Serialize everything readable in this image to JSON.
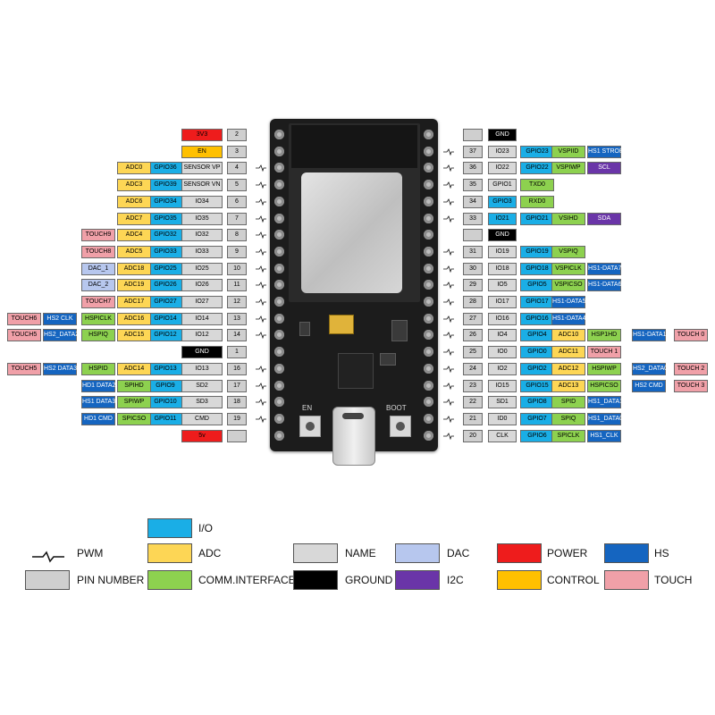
{
  "colors": {
    "io": "#1aaee6",
    "adc": "#fdd655",
    "name": "#d8d8d8",
    "dac": "#b7c7ee",
    "power": "#ee1c1c",
    "hs": "#1565c0",
    "comm": "#8dd14f",
    "ground": "#000000",
    "i2c": "#6a35a8",
    "control": "#ffc000",
    "touch": "#f0a0a8",
    "pin": "#cfcfcf"
  },
  "left_pins": [
    {
      "pin": "2",
      "labels": [
        {
          "t": "3V3",
          "c": "power"
        }
      ]
    },
    {
      "pin": "3",
      "labels": [
        {
          "t": "EN",
          "c": "control"
        }
      ]
    },
    {
      "pin": "4",
      "pwm": true,
      "labels": [
        {
          "t": "SENSOR VP",
          "c": "name"
        },
        {
          "t": "GPIO36",
          "c": "io"
        },
        {
          "t": "ADC0",
          "c": "adc"
        }
      ]
    },
    {
      "pin": "5",
      "pwm": true,
      "labels": [
        {
          "t": "SENSOR VN",
          "c": "name"
        },
        {
          "t": "GPIO39",
          "c": "io"
        },
        {
          "t": "ADC3",
          "c": "adc"
        }
      ]
    },
    {
      "pin": "6",
      "pwm": true,
      "labels": [
        {
          "t": "IO34",
          "c": "name"
        },
        {
          "t": "GPIO34",
          "c": "io"
        },
        {
          "t": "ADC6",
          "c": "adc"
        }
      ]
    },
    {
      "pin": "7",
      "pwm": true,
      "labels": [
        {
          "t": "IO35",
          "c": "name"
        },
        {
          "t": "GPIO35",
          "c": "io"
        },
        {
          "t": "ADC7",
          "c": "adc"
        }
      ]
    },
    {
      "pin": "8",
      "pwm": true,
      "labels": [
        {
          "t": "IO32",
          "c": "name"
        },
        {
          "t": "GPIO32",
          "c": "io"
        },
        {
          "t": "ADC4",
          "c": "adc"
        },
        {
          "t": "TOUCH9",
          "c": "touch"
        }
      ]
    },
    {
      "pin": "9",
      "pwm": true,
      "labels": [
        {
          "t": "IO33",
          "c": "name"
        },
        {
          "t": "GPIO33",
          "c": "io"
        },
        {
          "t": "ADC5",
          "c": "adc"
        },
        {
          "t": "TOUCH8",
          "c": "touch"
        }
      ]
    },
    {
      "pin": "10",
      "pwm": true,
      "labels": [
        {
          "t": "IO25",
          "c": "name"
        },
        {
          "t": "GPIO25",
          "c": "io"
        },
        {
          "t": "ADC18",
          "c": "adc"
        },
        {
          "t": "DAC_1",
          "c": "dac"
        }
      ]
    },
    {
      "pin": "11",
      "pwm": true,
      "labels": [
        {
          "t": "IO26",
          "c": "name"
        },
        {
          "t": "GPIO26",
          "c": "io"
        },
        {
          "t": "ADC19",
          "c": "adc"
        },
        {
          "t": "DAC_2",
          "c": "dac"
        }
      ]
    },
    {
      "pin": "12",
      "pwm": true,
      "labels": [
        {
          "t": "IO27",
          "c": "name"
        },
        {
          "t": "GPIO27",
          "c": "io"
        },
        {
          "t": "ADC17",
          "c": "adc"
        },
        {
          "t": "TOUCH7",
          "c": "touch"
        }
      ]
    },
    {
      "pin": "13",
      "pwm": true,
      "labels": [
        {
          "t": "IO14",
          "c": "name"
        },
        {
          "t": "GPIO14",
          "c": "io"
        },
        {
          "t": "ADC16",
          "c": "adc"
        },
        {
          "t": "HSPICLK",
          "c": "comm"
        },
        {
          "t": "HS2 CLK",
          "c": "hs"
        },
        {
          "t": "TOUCH6",
          "c": "touch"
        }
      ]
    },
    {
      "pin": "14",
      "pwm": true,
      "labels": [
        {
          "t": "IO12",
          "c": "name"
        },
        {
          "t": "GPIO12",
          "c": "io"
        },
        {
          "t": "ADC15",
          "c": "adc"
        },
        {
          "t": "HSPIQ",
          "c": "comm"
        },
        {
          "t": "HS2_DATA2",
          "c": "hs"
        },
        {
          "t": "TOUCH5",
          "c": "touch"
        }
      ]
    },
    {
      "pin": "1",
      "labels": [
        {
          "t": "GND",
          "c": "ground"
        }
      ]
    },
    {
      "pin": "16",
      "pwm": true,
      "labels": [
        {
          "t": "IO13",
          "c": "name"
        },
        {
          "t": "GPIO13",
          "c": "io"
        },
        {
          "t": "ADC14",
          "c": "adc"
        },
        {
          "t": "HSPID",
          "c": "comm"
        },
        {
          "t": "HS2 DATA3",
          "c": "hs"
        },
        {
          "t": "TOUCH5",
          "c": "touch"
        }
      ]
    },
    {
      "pin": "17",
      "pwm": true,
      "labels": [
        {
          "t": "SD2",
          "c": "name"
        },
        {
          "t": "GPIO9",
          "c": "io"
        },
        {
          "t": "SPIHD",
          "c": "comm"
        },
        {
          "t": "HD1 DATA2",
          "c": "hs"
        }
      ]
    },
    {
      "pin": "18",
      "pwm": true,
      "labels": [
        {
          "t": "SD3",
          "c": "name"
        },
        {
          "t": "GPIO10",
          "c": "io"
        },
        {
          "t": "SPIWP",
          "c": "comm"
        },
        {
          "t": "HS1 DATA3",
          "c": "hs"
        }
      ]
    },
    {
      "pin": "19",
      "pwm": true,
      "labels": [
        {
          "t": "CMD",
          "c": "name"
        },
        {
          "t": "GPIO11",
          "c": "io"
        },
        {
          "t": "SPICSO",
          "c": "comm"
        },
        {
          "t": "HD1 CMD",
          "c": "hs"
        }
      ]
    },
    {
      "pin": "",
      "labels": [
        {
          "t": "5v",
          "c": "power"
        }
      ]
    }
  ],
  "right_pins": [
    {
      "pin": "",
      "labels": [
        {
          "t": "GND",
          "c": "ground"
        }
      ]
    },
    {
      "pin": "37",
      "pwm": true,
      "labels": [
        {
          "t": "IO23",
          "c": "name"
        },
        {
          "t": "GPIO23",
          "c": "io"
        },
        {
          "t": "VSPIID",
          "c": "comm"
        },
        {
          "t": "HS1 STROBE",
          "c": "hs"
        }
      ]
    },
    {
      "pin": "36",
      "pwm": true,
      "labels": [
        {
          "t": "IO22",
          "c": "name"
        },
        {
          "t": "GPIO22",
          "c": "io"
        },
        {
          "t": "VSPIWP",
          "c": "comm"
        },
        {
          "t": "SCL",
          "c": "i2c"
        }
      ]
    },
    {
      "pin": "35",
      "pwm": true,
      "labels": [
        {
          "t": "GPIO1",
          "c": "name"
        },
        {
          "t": "TXD0",
          "c": "comm"
        }
      ]
    },
    {
      "pin": "34",
      "pwm": true,
      "labels": [
        {
          "t": "GPIO3",
          "c": "io"
        },
        {
          "t": "RXD0",
          "c": "comm"
        }
      ]
    },
    {
      "pin": "33",
      "pwm": true,
      "labels": [
        {
          "t": "IO21",
          "c": "io"
        },
        {
          "t": "GPIO21",
          "c": "io"
        },
        {
          "t": "VSIHD",
          "c": "comm"
        },
        {
          "t": "SDA",
          "c": "i2c"
        }
      ]
    },
    {
      "pin": "",
      "labels": [
        {
          "t": "GND",
          "c": "ground"
        }
      ]
    },
    {
      "pin": "31",
      "pwm": true,
      "labels": [
        {
          "t": "IO19",
          "c": "name"
        },
        {
          "t": "GPIO19",
          "c": "io"
        },
        {
          "t": "VSPIQ",
          "c": "comm"
        }
      ]
    },
    {
      "pin": "30",
      "pwm": true,
      "labels": [
        {
          "t": "IO18",
          "c": "name"
        },
        {
          "t": "GPIO18",
          "c": "io"
        },
        {
          "t": "VSPICLK",
          "c": "comm"
        },
        {
          "t": "HS1-DATA7",
          "c": "hs"
        }
      ]
    },
    {
      "pin": "29",
      "pwm": true,
      "labels": [
        {
          "t": "IO5",
          "c": "name"
        },
        {
          "t": "GPIO5",
          "c": "io"
        },
        {
          "t": "VSPICSO",
          "c": "comm"
        },
        {
          "t": "HS1-DATA6",
          "c": "hs"
        }
      ]
    },
    {
      "pin": "28",
      "pwm": true,
      "labels": [
        {
          "t": "IO17",
          "c": "name"
        },
        {
          "t": "GPIO17",
          "c": "io"
        },
        {
          "t": "HS1-DATA5",
          "c": "hs"
        }
      ]
    },
    {
      "pin": "27",
      "pwm": true,
      "labels": [
        {
          "t": "IO16",
          "c": "name"
        },
        {
          "t": "GPIO16",
          "c": "io"
        },
        {
          "t": "HS1-DATA4",
          "c": "hs"
        }
      ]
    },
    {
      "pin": "26",
      "pwm": true,
      "labels": [
        {
          "t": "IO4",
          "c": "name"
        },
        {
          "t": "GPIO4",
          "c": "io"
        },
        {
          "t": "ADC10",
          "c": "adc"
        },
        {
          "t": "HSP1HD",
          "c": "comm"
        },
        {
          "t": "HS1-DATA1",
          "c": "hs"
        },
        {
          "t": "TOUCH 0",
          "c": "touch"
        }
      ]
    },
    {
      "pin": "25",
      "pwm": true,
      "labels": [
        {
          "t": "IO0",
          "c": "name"
        },
        {
          "t": "GPIO0",
          "c": "io"
        },
        {
          "t": "ADC11",
          "c": "adc"
        },
        {
          "t": "TOUCH 1",
          "c": "touch"
        }
      ]
    },
    {
      "pin": "24",
      "pwm": true,
      "labels": [
        {
          "t": "IO2",
          "c": "name"
        },
        {
          "t": "GPIO2",
          "c": "io"
        },
        {
          "t": "ADC12",
          "c": "adc"
        },
        {
          "t": "HSPIWP",
          "c": "comm"
        },
        {
          "t": "HS2_DATA0",
          "c": "hs"
        },
        {
          "t": "TOUCH 2",
          "c": "touch"
        }
      ]
    },
    {
      "pin": "23",
      "pwm": true,
      "labels": [
        {
          "t": "IO15",
          "c": "name"
        },
        {
          "t": "GPIO15",
          "c": "io"
        },
        {
          "t": "ADC13",
          "c": "adc"
        },
        {
          "t": "HSPICSO",
          "c": "comm"
        },
        {
          "t": "HS2 CMD",
          "c": "hs"
        },
        {
          "t": "TOUCH 3",
          "c": "touch"
        }
      ]
    },
    {
      "pin": "22",
      "pwm": true,
      "labels": [
        {
          "t": "SD1",
          "c": "name"
        },
        {
          "t": "GPIO8",
          "c": "io"
        },
        {
          "t": "SPID",
          "c": "comm"
        },
        {
          "t": "HS1_DATA1",
          "c": "hs"
        }
      ]
    },
    {
      "pin": "21",
      "pwm": true,
      "labels": [
        {
          "t": "ID0",
          "c": "name"
        },
        {
          "t": "GPIO7",
          "c": "io"
        },
        {
          "t": "SPIQ",
          "c": "comm"
        },
        {
          "t": "HS1_DATA0",
          "c": "hs"
        }
      ]
    },
    {
      "pin": "20",
      "pwm": true,
      "labels": [
        {
          "t": "CLK",
          "c": "name"
        },
        {
          "t": "GPIO6",
          "c": "io"
        },
        {
          "t": "SPICLK",
          "c": "comm"
        },
        {
          "t": "HS1_CLK",
          "c": "hs"
        }
      ]
    }
  ],
  "board": {
    "en_label": "EN",
    "boot_label": "BOOT"
  },
  "legend": {
    "pwm": "PWM",
    "pin_number": "PIN NUMBER",
    "io": "I/O",
    "adc": "ADC",
    "comm": "COMM.INTERFACE",
    "name": "NAME",
    "ground": "GROUND",
    "dac": "DAC",
    "i2c": "I2C",
    "power": "POWER",
    "control": "CONTROL",
    "hs": "HS",
    "touch": "TOUCH"
  }
}
